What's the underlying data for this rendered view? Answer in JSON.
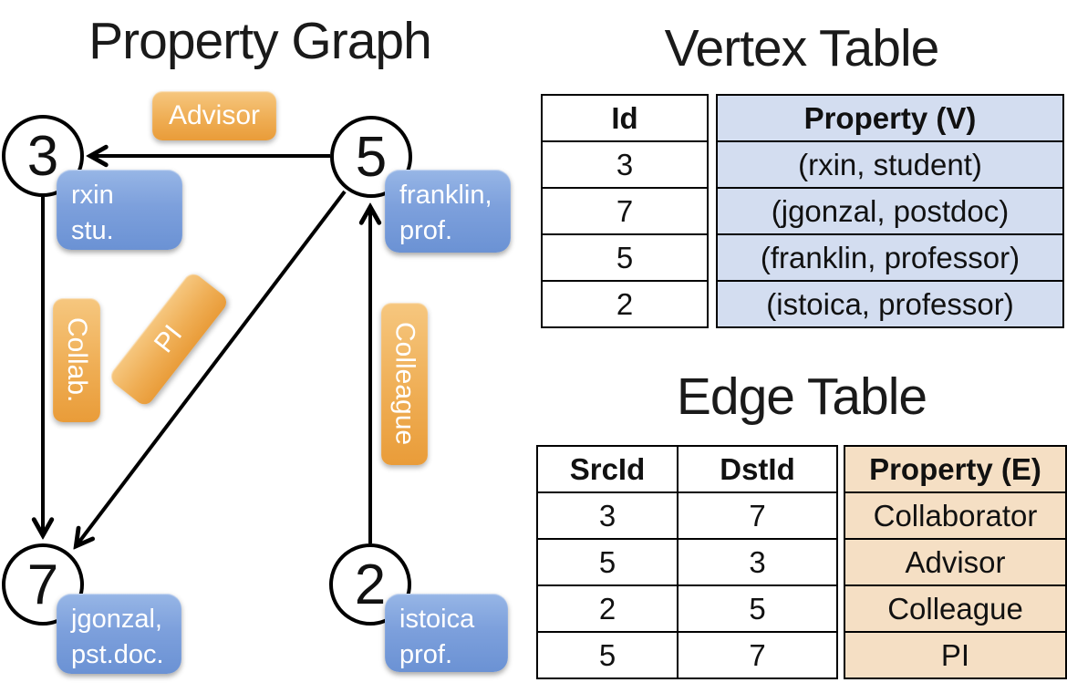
{
  "colors": {
    "node_box_blue": "#7da0dc",
    "edge_badge_orange": "#eda444",
    "vertex_property_cell_bg": "#d3ddf0",
    "edge_property_cell_bg": "#f5dfc4",
    "line_color": "#000000",
    "node_fill": "#ffffff"
  },
  "graph": {
    "title": "Property Graph",
    "nodes": {
      "n3": {
        "id": "3",
        "line1": "rxin",
        "line2": "stu."
      },
      "n5": {
        "id": "5",
        "line1": "franklin,",
        "line2": "prof."
      },
      "n7": {
        "id": "7",
        "line1": "jgonzal,",
        "line2": "pst.doc."
      },
      "n2": {
        "id": "2",
        "line1": "istoica",
        "line2": "prof."
      }
    },
    "edges": {
      "advisor": "Advisor",
      "collab": "Collab.",
      "pi": "PI",
      "colleague": "Colleague"
    }
  },
  "vertex_table": {
    "title": "Vertex Table",
    "col_id": "Id",
    "col_property": "Property (V)",
    "ids": [
      "3",
      "7",
      "5",
      "2"
    ],
    "properties": [
      "(rxin, student)",
      "(jgonzal, postdoc)",
      "(franklin, professor)",
      "(istoica, professor)"
    ]
  },
  "edge_table": {
    "title": "Edge Table",
    "col_src": "SrcId",
    "col_dst": "DstId",
    "col_property": "Property (E)",
    "src": [
      "3",
      "5",
      "2",
      "5"
    ],
    "dst": [
      "7",
      "3",
      "5",
      "7"
    ],
    "properties": [
      "Collaborator",
      "Advisor",
      "Colleague",
      "PI"
    ]
  }
}
